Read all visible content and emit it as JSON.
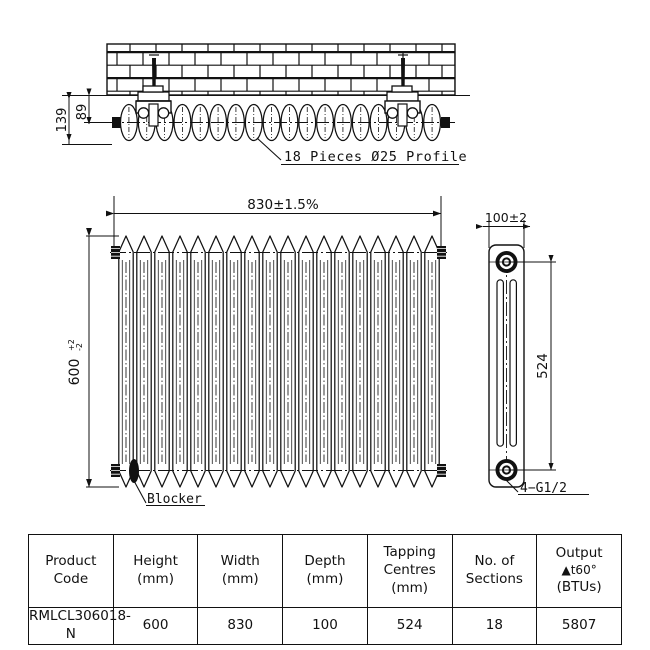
{
  "drawing": {
    "title": "Radiator technical drawing",
    "top_view": {
      "callout": "18 Pieces Ø25 Profile",
      "dim_overall_depth": "139",
      "dim_bracket_depth": "89",
      "wall_label": "brick-wall-hatch"
    },
    "front_view": {
      "dim_width": "830±1.5%",
      "dim_height_value": "600",
      "dim_height_tol_upper": "+2",
      "dim_height_tol_lower": "-2",
      "callout_blocker": "Blocker",
      "section_count": 18
    },
    "side_view": {
      "dim_depth": "100±2",
      "dim_tapping_centres": "524",
      "callout_thread": "4−G1/2"
    }
  },
  "table": {
    "headers": [
      {
        "lines": [
          "Product",
          "Code"
        ]
      },
      {
        "lines": [
          "Height",
          "(mm)"
        ]
      },
      {
        "lines": [
          "Width",
          "(mm)"
        ]
      },
      {
        "lines": [
          "Depth",
          "(mm)"
        ]
      },
      {
        "lines": [
          "Tapping",
          "Centres",
          "(mm)"
        ]
      },
      {
        "lines": [
          "No. of",
          "Sections"
        ]
      },
      {
        "lines": [
          "Output",
          "▲t60°",
          "(BTUs)"
        ]
      }
    ],
    "rows": [
      {
        "product_code": "RMLCL306018-N",
        "height_mm": "600",
        "width_mm": "830",
        "depth_mm": "100",
        "tapping_centres_mm": "524",
        "no_of_sections": "18",
        "output_btus": "5807"
      }
    ]
  },
  "colors": {
    "line": "#111111",
    "fill": "#ffffff",
    "dark": "#101010",
    "background": "#ffffff"
  }
}
